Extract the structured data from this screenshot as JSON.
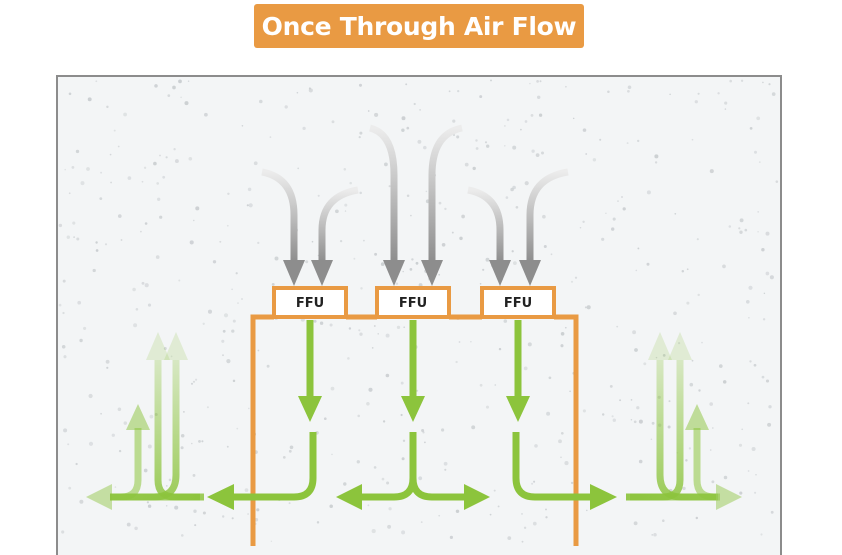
{
  "title": "Once Through Air Flow",
  "ffu_units": [
    {
      "label": "FFU"
    },
    {
      "label": "FFU"
    },
    {
      "label": "FFU"
    }
  ],
  "colors": {
    "title_background": "#e99a43",
    "enclosure": "#e99a43",
    "supply_air": "#9a9a9a",
    "clean_air": "#8cc43c",
    "room_background": "#f3f5f6",
    "room_border": "#8c8c8c"
  },
  "icons": {
    "intake_arrows": "down-arrow-icon",
    "outflow_arrows": "split-arrow-icon"
  }
}
